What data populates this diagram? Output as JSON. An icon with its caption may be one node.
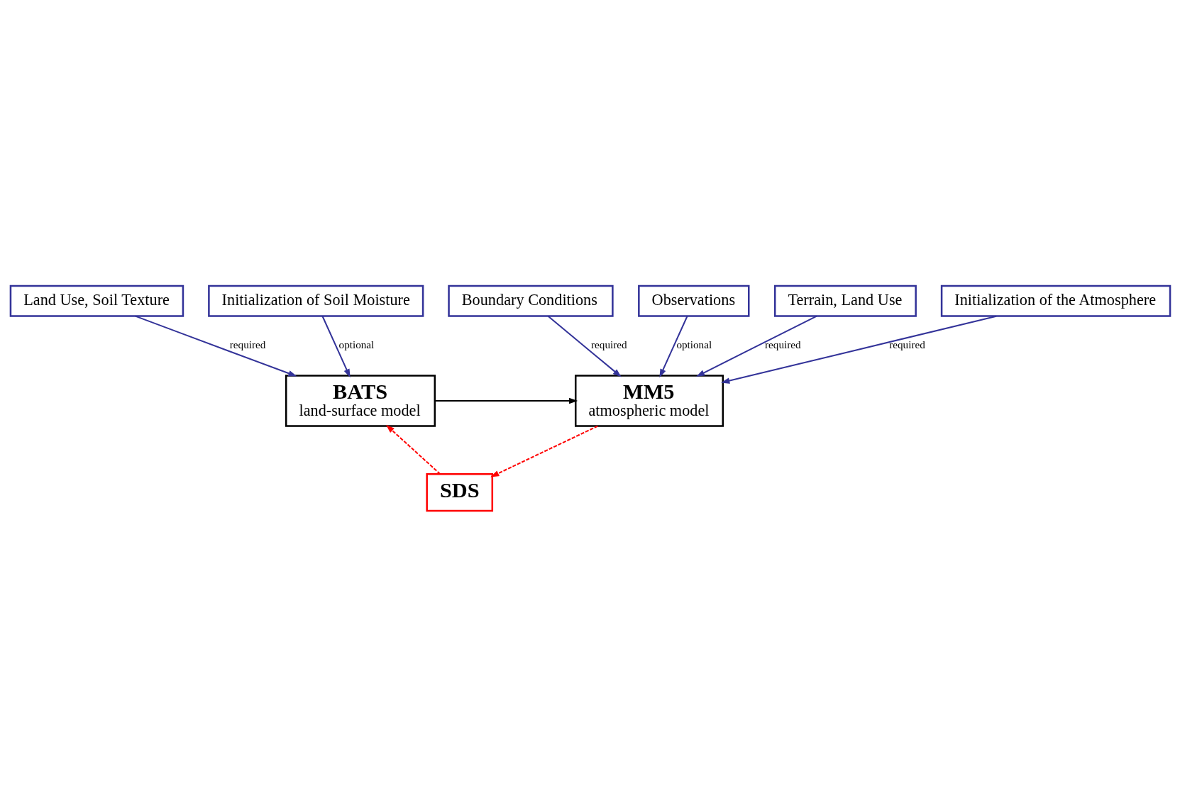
{
  "diagram": {
    "nodes": [
      {
        "text": [
          "Terrain, Land Use"
        ]
      },
      {
        "text": [
          "Initialization of the Atmosphere"
        ]
      },
      {
        "text": [
          "Boundary Conditions"
        ]
      },
      {
        "text": [
          "Observations"
        ]
      },
      {
        "text": [
          "Initialization of Soil Moisture"
        ]
      },
      {
        "text": [
          "Land Use, Soil Texture"
        ]
      },
      {
        "text": [
          "MM5",
          "atmospheric model"
        ]
      },
      {
        "text": [
          "BATS",
          "land-surface model"
        ]
      },
      {
        "text": [
          "SDS"
        ]
      }
    ],
    "edges": [
      {
        "from": 0,
        "to": 6,
        "arrow": "to",
        "label": "required"
      },
      {
        "from": 1,
        "to": 6,
        "arrow": "to",
        "label": "required"
      },
      {
        "from": 2,
        "to": 6,
        "arrow": "to",
        "label": "required"
      },
      {
        "from": 3,
        "to": 6,
        "arrow": "to",
        "label": "optional"
      },
      {
        "from": 4,
        "to": 7,
        "arrow": "to",
        "label": "optional"
      },
      {
        "from": 5,
        "to": 7,
        "arrow": "to",
        "label": "required"
      },
      {
        "from": 7,
        "to": 6,
        "arrow": "to",
        "color": "#000000"
      },
      {
        "from": 6,
        "to": 8,
        "arrow": "to",
        "style": "dashed",
        "color": "#ff0000"
      },
      {
        "from": 8,
        "to": 7,
        "arrow": "to",
        "style": "dashed",
        "color": "#ff0000"
      }
    ]
  }
}
